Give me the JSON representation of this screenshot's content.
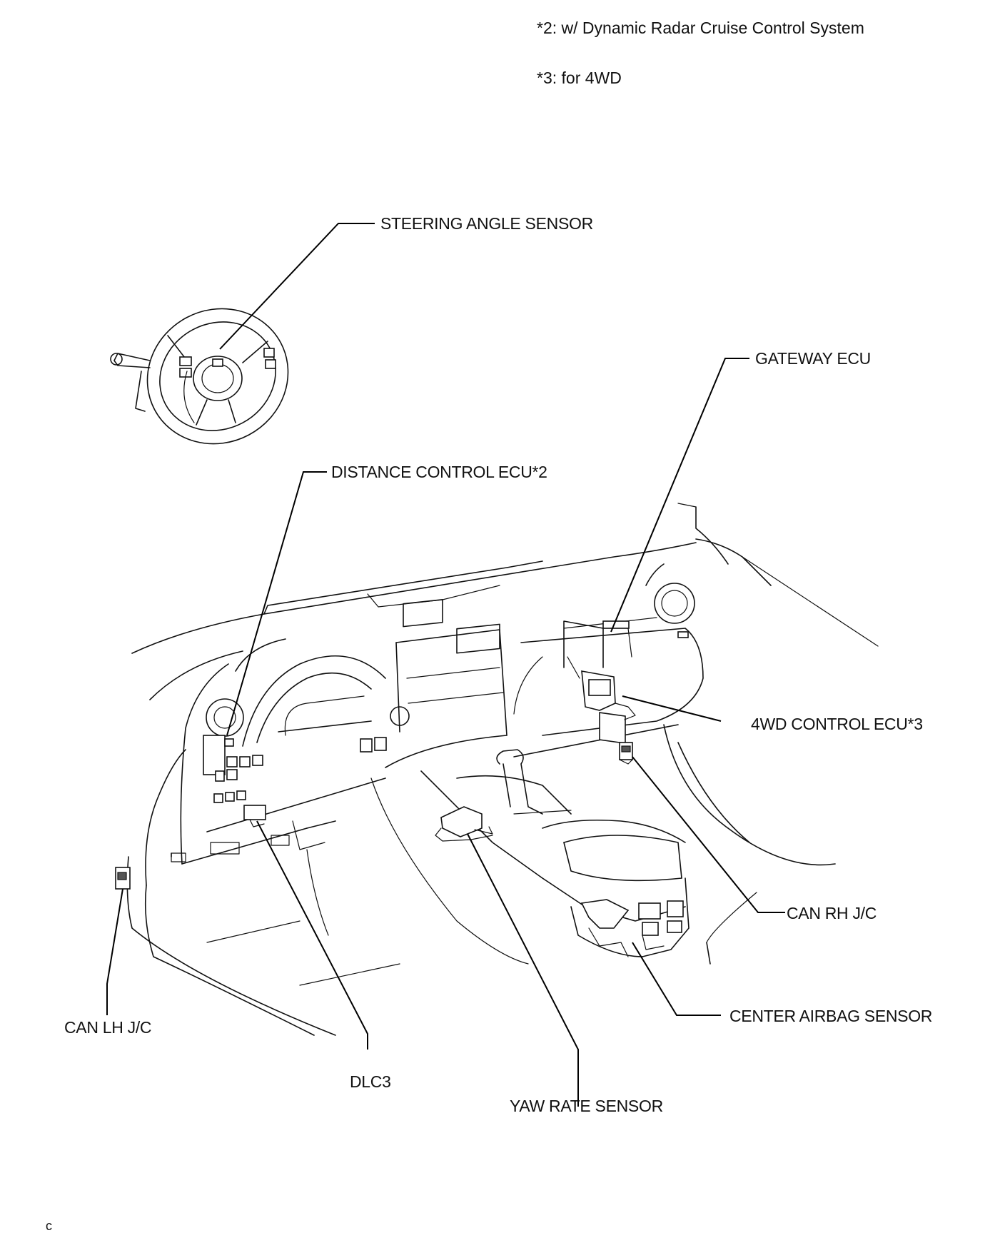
{
  "notes": [
    "*2: w/ Dynamic Radar Cruise Control System",
    "*3: for 4WD"
  ],
  "labels": {
    "steering_angle_sensor": "STEERING ANGLE SENSOR",
    "gateway_ecu": "GATEWAY ECU",
    "distance_control_ecu": "DISTANCE CONTROL ECU*2",
    "fourwd_control_ecu": "4WD CONTROL ECU*3",
    "can_rh_jc": "CAN RH J/C",
    "center_airbag_sensor": "CENTER AIRBAG SENSOR",
    "can_lh_jc": "CAN LH J/C",
    "dlc3": "DLC3",
    "yaw_rate_sensor": "YAW RATE SENSOR"
  },
  "page_mark": "c"
}
